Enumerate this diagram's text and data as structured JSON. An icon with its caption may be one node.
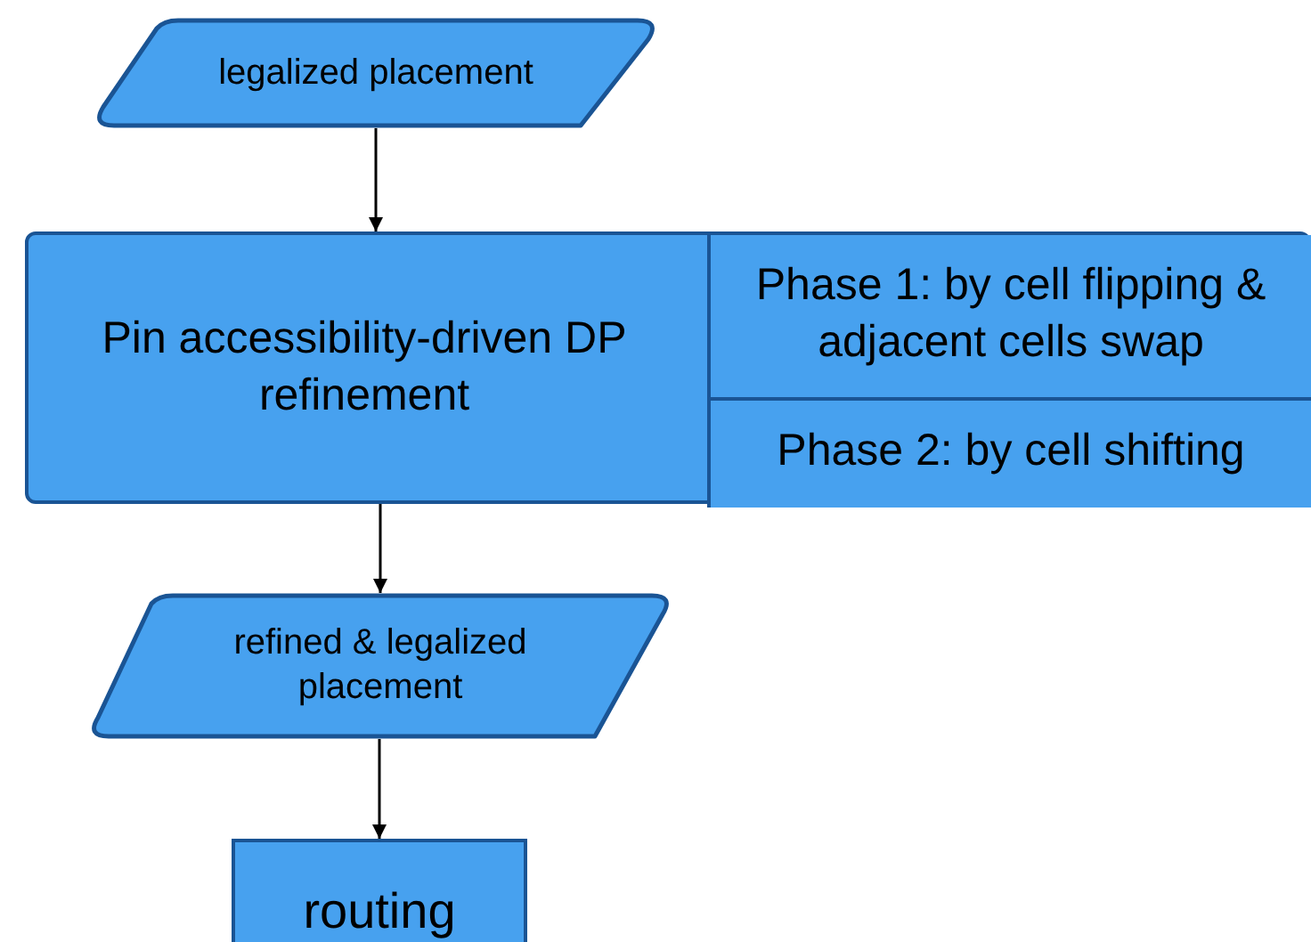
{
  "diagram": {
    "nodes": [
      {
        "text": [
          "legalized placement"
        ]
      },
      {
        "text": [
          "Pin accessibility-driven DP refinement"
        ]
      },
      {
        "text": [
          "Phase 1: by cell flipping & adjacent cells swap"
        ],
        "in": 1
      },
      {
        "text": [
          "Phase 2: by cell shifting"
        ],
        "in": 1
      },
      {
        "text": [
          "refined & legalized placement"
        ]
      },
      {
        "text": [
          "routing"
        ]
      }
    ],
    "edges": [
      {
        "from": 0,
        "to": 1,
        "arrow": "to"
      },
      {
        "from": 1,
        "to": 4,
        "arrow": "to"
      },
      {
        "from": 4,
        "to": 5,
        "arrow": "to"
      }
    ]
  }
}
